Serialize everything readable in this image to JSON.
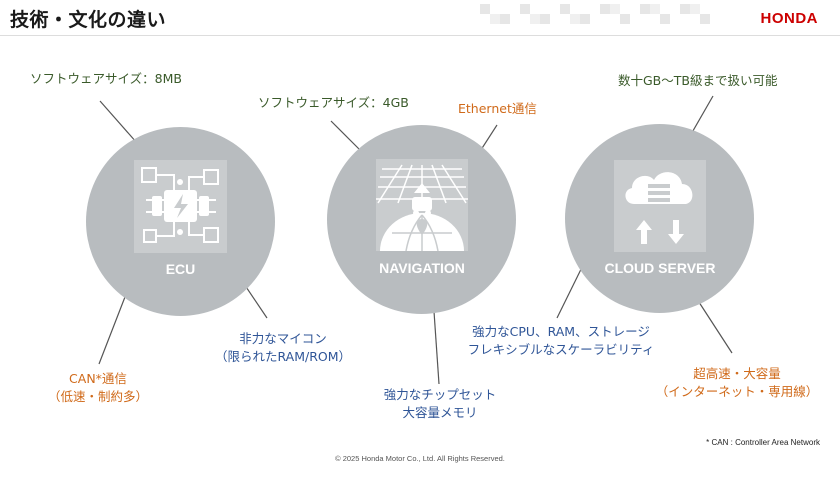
{
  "slide": {
    "title": "技術・文化の違い",
    "brand": "HONDA",
    "footnote": "* CAN : Controller Area Network",
    "copyright": "© 2025 Honda Motor Co., Ltd. All Rights Reserved."
  },
  "ecu": {
    "label": "ECU",
    "top_label": "ソフトウェアサイズ：8MB",
    "bottom_right_line1": "非力なマイコン",
    "bottom_right_line2": "（限られたRAM/ROM）",
    "bottom_left_line1": "CAN*通信",
    "bottom_left_line2": "（低速・制約多）"
  },
  "navigation": {
    "label": "NAVIGATION",
    "top_label": "ソフトウェアサイズ：4GB",
    "top_right_label": "Ethernet通信",
    "bottom_line1": "強力なチップセット",
    "bottom_line2": "大容量メモリ"
  },
  "cloud": {
    "label": "CLOUD SERVER",
    "top_label": "数十GB～TB級まで扱い可能",
    "bottom_left_line1": "強力なCPU、RAM、ストレージ",
    "bottom_left_line2": "フレキシブルなスケーラビリティ",
    "bottom_right_line1": "超高速・大容量",
    "bottom_right_line2": "（インターネット・専用線）"
  },
  "colors": {
    "circle": "#b8bcbf",
    "tile": "#c9ccce",
    "green_text": "#3a5a2a",
    "orange_text": "#d06a1a",
    "blue_text": "#2f5597",
    "brand_red": "#cc0000"
  },
  "icons": [
    "circuit-board-icon",
    "navigation-road-icon",
    "cloud-transfer-icon"
  ]
}
